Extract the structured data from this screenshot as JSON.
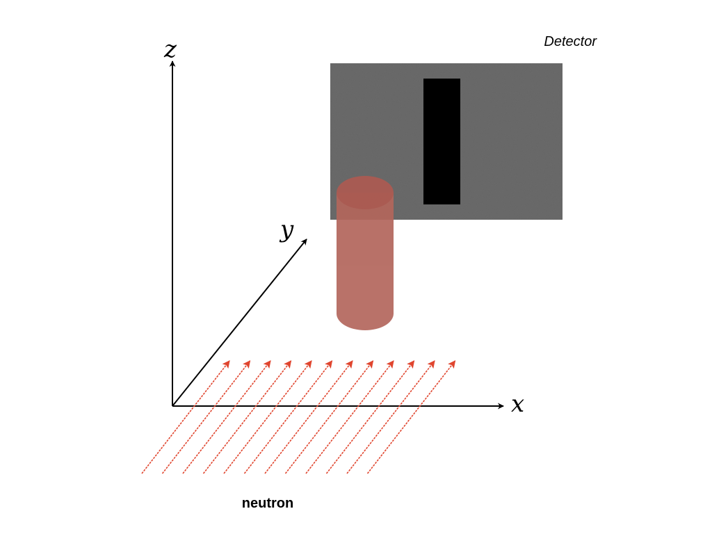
{
  "labels": {
    "detector": "Detector",
    "neutron": "neutron",
    "axis_x": "x",
    "axis_y": "y",
    "axis_z": "z"
  },
  "beam": {
    "ray_count": 12
  },
  "colors": {
    "axis": "#000000",
    "beam": "#e0452e",
    "detector_plate": "#6a6a6a",
    "shadow": "#000000",
    "sample_body": "#b3665c",
    "sample_top": "#b05a50"
  }
}
